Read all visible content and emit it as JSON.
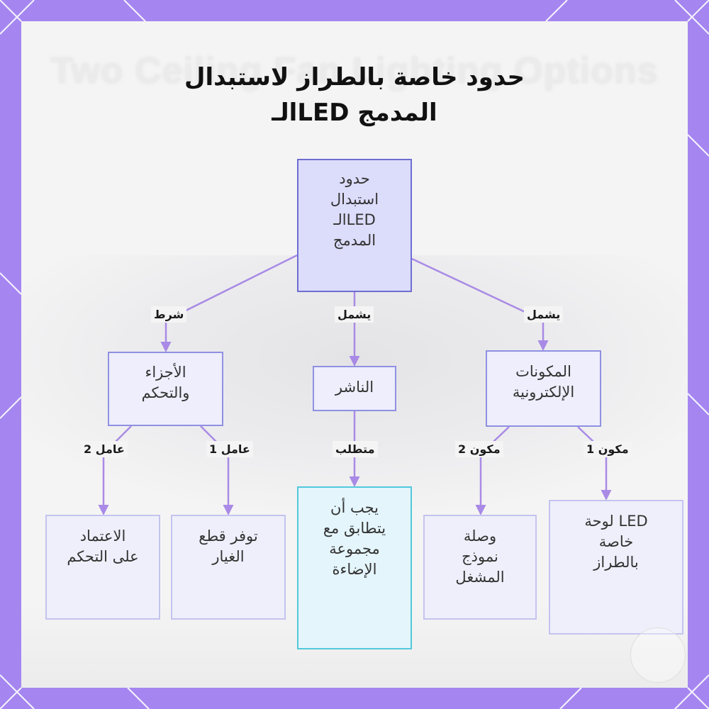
{
  "background_watermark": "Two Ceiling Fan Lighting Options",
  "title": {
    "line1": "حدود خاصة بالطراز لاستبدال",
    "line2": "الـLED المدمج"
  },
  "nodes": {
    "root": [
      "حدود",
      "استبدال",
      "الـLED",
      "المدمج"
    ],
    "electronics": [
      "المكونات",
      "الإلكترونية"
    ],
    "diffuser": [
      "الناشر"
    ],
    "parts": [
      "الأجزاء",
      "والتحكم"
    ],
    "led_board": [
      "لوحة LED",
      "خاصة",
      "بالطراز"
    ],
    "driver": [
      "وصلة",
      "نموذج",
      "المشغل"
    ],
    "match": [
      "يجب أن",
      "يتطابق مع",
      "مجموعة",
      "الإضاءة"
    ],
    "spare": [
      "توفر قطع",
      "الغيار"
    ],
    "control": [
      "الاعتماد",
      "على التحكم"
    ]
  },
  "edge_labels": {
    "includes_right": "يشمل",
    "includes_center": "يشمل",
    "condition": "شرط",
    "component1": "مكون 1",
    "component2": "مكون 2",
    "requires": "متطلب",
    "factor1": "عامل 1",
    "factor2": "عامل 2"
  },
  "colors": {
    "frame": "#a586f0",
    "connector": "#a98ae6",
    "root_fill": "#dcdcfb",
    "root_border": "#6d6dd0",
    "highlight_border": "#52c9dc"
  }
}
